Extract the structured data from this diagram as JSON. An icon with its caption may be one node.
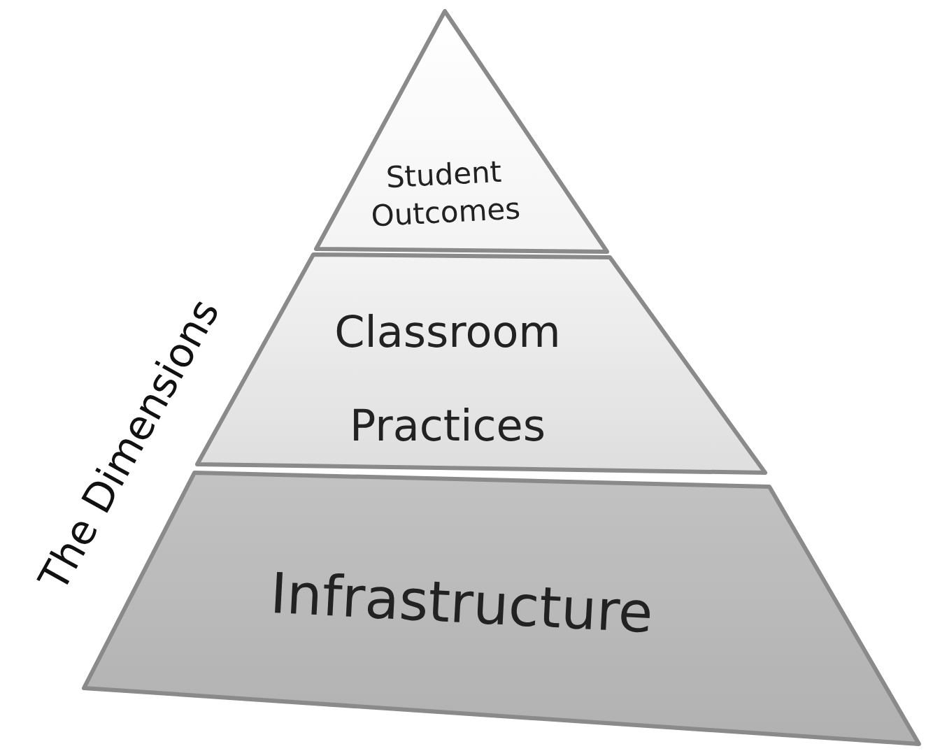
{
  "diagram": {
    "nodes": [
      {
        "text": [
          "Student Outcomes"
        ]
      },
      {
        "text": [
          "Classroom Practices"
        ]
      },
      {
        "text": [
          "Infrastructure"
        ]
      }
    ],
    "labels": [
      "The Dimensions"
    ]
  }
}
